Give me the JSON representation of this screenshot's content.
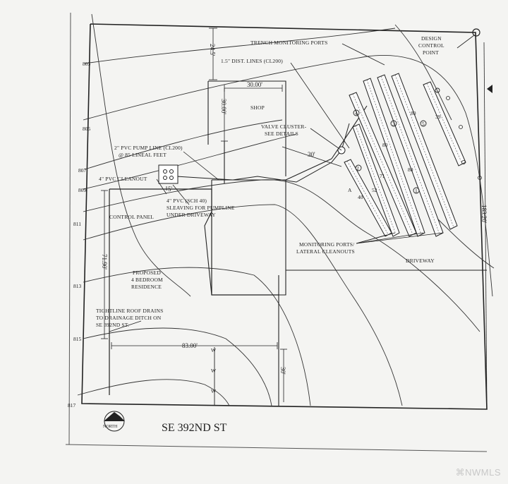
{
  "labels": {
    "trench_monitoring_ports": "TRENCH MONITORING PORTS",
    "dist_lines": "1.5\" DIST. LINES (CL200)",
    "design_control_point": [
      "DESIGN",
      "CONTROL",
      "POINT"
    ],
    "shop": "SHOP",
    "valve_cluster": [
      "VALVE CLUSTER-",
      "SEE DETAILS"
    ],
    "pump_line": [
      "2\" PVC PUMP LINE (CL200)",
      "@ 85 LINEAL FEET"
    ],
    "cleanout": "4\" PVC CLEANOUT",
    "sleaving": [
      "4\" PVC (SCH 40)",
      "SLEAVING FOR PUMPLINE",
      "UNDER DRIVEWAY"
    ],
    "control_panel": "CONTROL PANEL",
    "monitoring_ports": [
      "MONITORING PORTS/",
      "LATERAL CLEANOUTS"
    ],
    "driveway": "DRIVEWAY",
    "residence": [
      "PROPOSED",
      "4 BEDROOM",
      "RESIDENCE"
    ],
    "roof_drains": [
      "TIGHTLINE ROOF DRAINS",
      "TO DRAINAGE DITCH ON",
      "SE 392ND ST."
    ],
    "street": "SE 392ND ST",
    "north": "NORTH",
    "watermark": "NWMLS"
  },
  "dimensions": {
    "setback_top": "24.5'",
    "shop_width": "30.00'",
    "shop_depth": "30.00'",
    "valve_offset": "30'",
    "cleanout_offset": "5'",
    "house_depth": "71.90'",
    "house_width": "83.00'",
    "road_setback": "30'",
    "lot_east": "183.20'"
  },
  "elevations": [
    "803",
    "805",
    "807",
    "809",
    "811",
    "813",
    "815",
    "817"
  ],
  "trench_labels": [
    "A",
    "40",
    "52",
    "71",
    "80",
    "80",
    "80",
    "39"
  ],
  "trench_numbers": [
    "2",
    "3",
    "1",
    "4",
    "5"
  ],
  "water_mark": "W"
}
